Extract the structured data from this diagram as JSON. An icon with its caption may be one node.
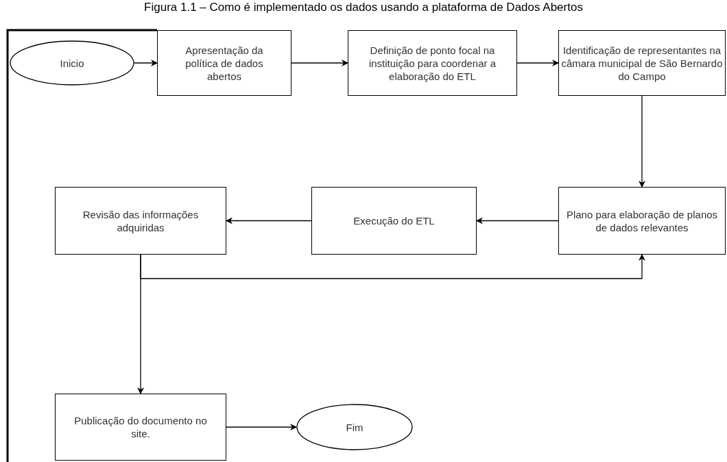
{
  "diagram": {
    "title": "Figura 1.1 – Como é implementado os dados usando a plataforma de Dados Abertos",
    "nodes": [
      {
        "text": [
          "Inicio"
        ]
      },
      {
        "text": [
          "Apresentação da política de dados abertos"
        ]
      },
      {
        "text": [
          "Definição de ponto focal na instituição para coordenar a elaboração do ETL"
        ]
      },
      {
        "text": [
          "Identificação de representantes na câmara municipal de São Bernardo do Campo"
        ]
      },
      {
        "text": [
          "Plano para elaboração de planos de dados relevantes"
        ]
      },
      {
        "text": [
          "Execução do ETL"
        ]
      },
      {
        "text": [
          "Revisão das informações adquiridas"
        ]
      },
      {
        "text": [
          "Publicação do documento no site."
        ]
      },
      {
        "text": [
          "Fim"
        ]
      }
    ],
    "edges": [
      {
        "from": 0,
        "to": 1,
        "arrow": "to"
      },
      {
        "from": 1,
        "to": 2,
        "arrow": "to"
      },
      {
        "from": 2,
        "to": 3,
        "arrow": "to"
      },
      {
        "from": 3,
        "to": 4,
        "arrow": "to"
      },
      {
        "from": 4,
        "to": 5,
        "arrow": "to"
      },
      {
        "from": 5,
        "to": 6,
        "arrow": "to"
      },
      {
        "from": 6,
        "to": 4,
        "arrow": "to"
      },
      {
        "from": 6,
        "to": 7,
        "arrow": "to"
      },
      {
        "from": 7,
        "to": 8,
        "arrow": "to"
      }
    ]
  }
}
